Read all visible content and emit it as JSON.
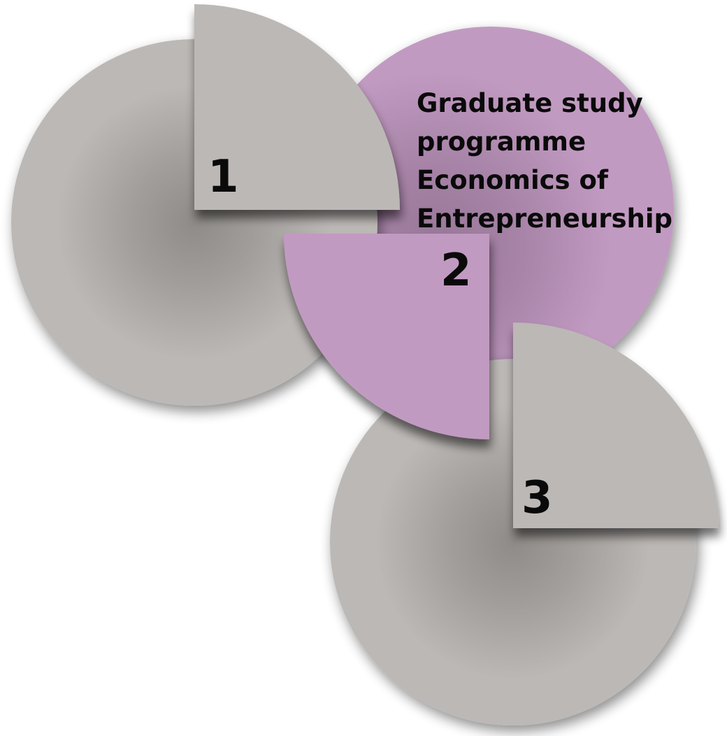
{
  "diagram": {
    "colors": {
      "gray": "#bcb8b5",
      "gray_dark": "#8f8b88",
      "purple": "#c19ac1",
      "purple_dark": "#977797",
      "text": "#0a0a0a"
    },
    "segments": [
      {
        "id": "segment-1",
        "number": "1",
        "color_key": "gray"
      },
      {
        "id": "segment-2",
        "number": "2",
        "color_key": "purple"
      },
      {
        "id": "segment-3",
        "number": "3",
        "color_key": "gray"
      }
    ],
    "heading_lines": [
      "Graduate study",
      "programme",
      "Economics of",
      "Entrepreneurship"
    ]
  }
}
